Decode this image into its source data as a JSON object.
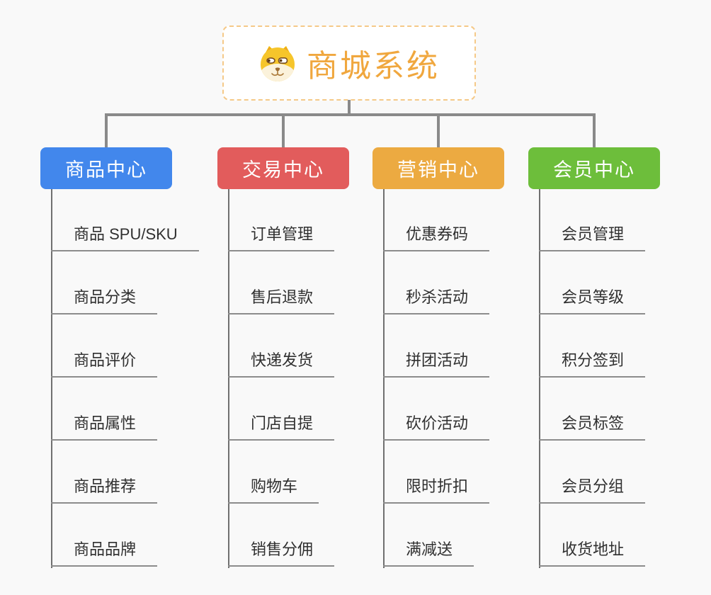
{
  "root": {
    "title": "商城系统",
    "icon": "dog-face-icon",
    "text_color": "#f0a73e",
    "border_color": "#f5c988"
  },
  "connector_color": "#8a8a8a",
  "branches": [
    {
      "id": "product-center",
      "label": "商品中心",
      "color": "#4287ec",
      "items": [
        "商品 SPU/SKU",
        "商品分类",
        "商品评价",
        "商品属性",
        "商品推荐",
        "商品品牌"
      ]
    },
    {
      "id": "trade-center",
      "label": "交易中心",
      "color": "#e25c5c",
      "items": [
        "订单管理",
        "售后退款",
        "快递发货",
        "门店自提",
        "购物车",
        "销售分佣"
      ]
    },
    {
      "id": "marketing-center",
      "label": "营销中心",
      "color": "#ecaa41",
      "items": [
        "优惠券码",
        "秒杀活动",
        "拼团活动",
        "砍价活动",
        "限时折扣",
        "满减送"
      ]
    },
    {
      "id": "member-center",
      "label": "会员中心",
      "color": "#6dbe3b",
      "items": [
        "会员管理",
        "会员等级",
        "积分签到",
        "会员标签",
        "会员分组",
        "收货地址"
      ]
    }
  ]
}
